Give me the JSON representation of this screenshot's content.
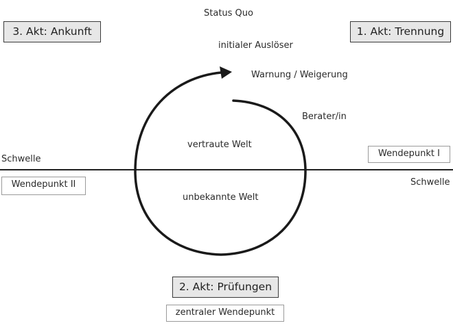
{
  "diagram": {
    "status_quo": "Status Quo",
    "initial_trigger": "initialer Auslöser",
    "warning_refusal": "Warnung / Weigerung",
    "mentor": "Berater/in",
    "familiar_world": "vertraute Welt",
    "unknown_world": "unbekannte Welt",
    "threshold_left": "Schwelle",
    "threshold_right": "Schwelle",
    "act1": "1. Akt: Trennung",
    "act2": "2. Akt: Prüfungen",
    "act3": "3. Akt: Ankunft",
    "turning_point_1": "Wendepunkt I",
    "turning_point_2": "Wendepunkt II",
    "central_turning_point": "zentraler Wendepunkt"
  }
}
